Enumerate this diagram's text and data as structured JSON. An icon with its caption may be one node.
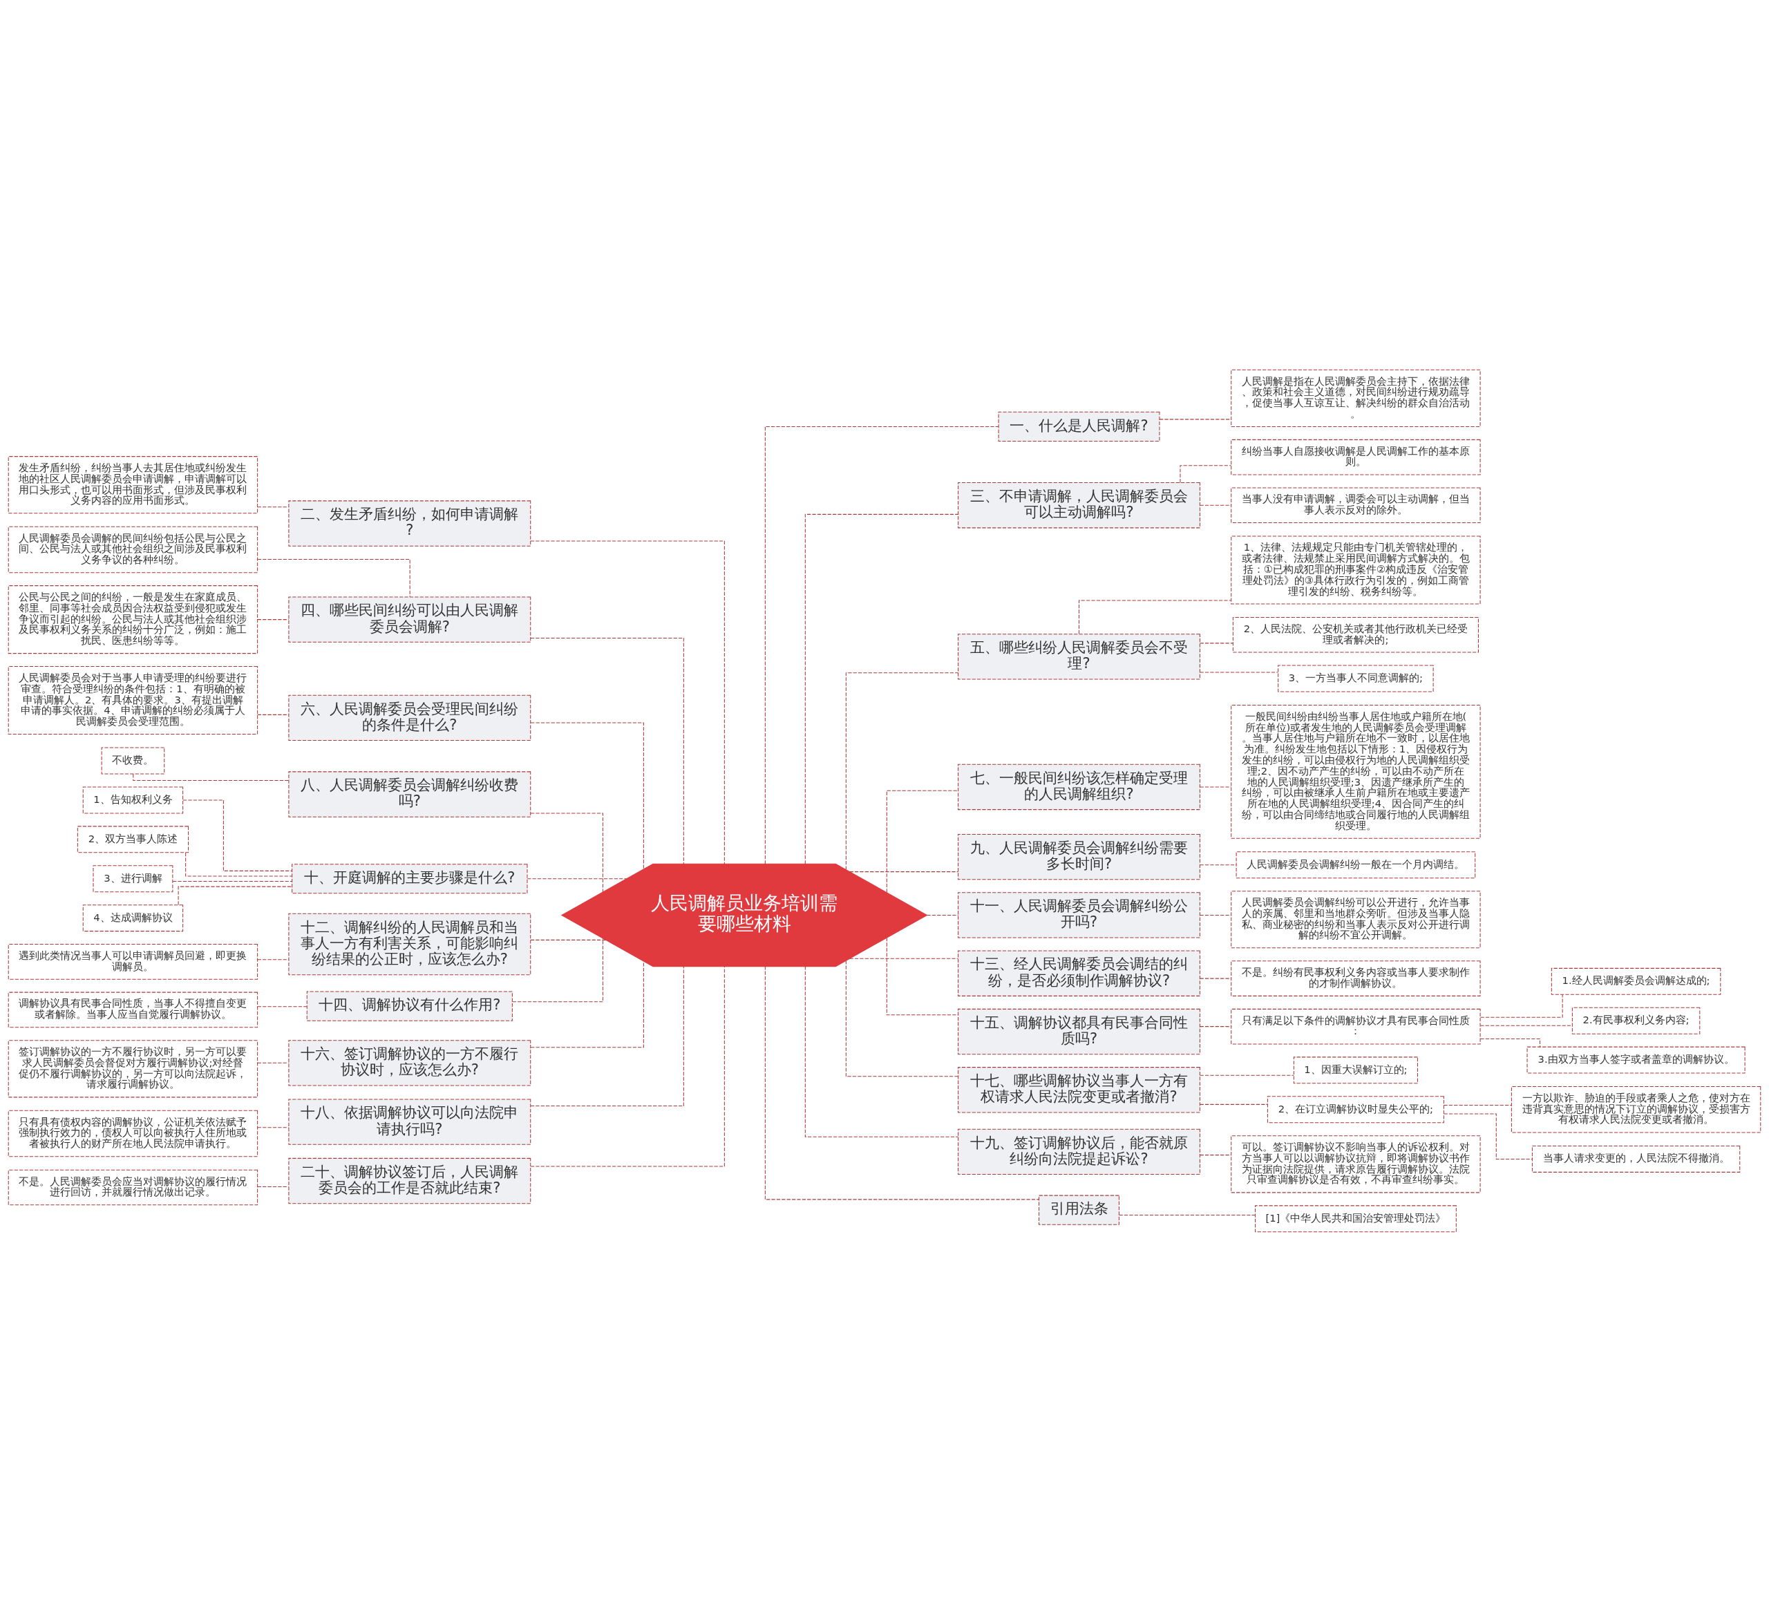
{
  "diagram": {
    "nodes": [
      {
        "text": [
          "人民调解员业务培训需要哪些材料"
        ]
      },
      {
        "text": [
          "一、什么是人民调解?"
        ]
      },
      {
        "text": [
          "人民调解是指在人民调解委员会主持下，依据法律、政策和社会主义道德，对民间纠纷进行规劝疏导，促使当事人互谅互让、解决纠纷的群众自治活动。"
        ]
      },
      {
        "text": [
          "三、不申请调解，人民调解委员会可以主动调解吗?"
        ]
      },
      {
        "text": [
          "纠纷当事人自愿接收调解是人民调解工作的基本原则。"
        ]
      },
      {
        "text": [
          "当事人没有申请调解，调委会可以主动调解，但当事人表示反对的除外。"
        ]
      },
      {
        "text": [
          "五、哪些纠纷人民调解委员会不受理?"
        ]
      },
      {
        "text": [
          "1、法律、法规规定只能由专门机关管辖处理的，或者法律、法规禁止采用民间调解方式解决的。包括：①已构成犯罪的刑事案件②构成违反《治安管理处罚法》的③具体行政行为引发的，例如工商管理引发的纠纷、税务纠纷等。"
        ]
      },
      {
        "text": [
          "2、人民法院、公安机关或者其他行政机关已经受理或者解决的;"
        ]
      },
      {
        "text": [
          "3、一方当事人不同意调解的;"
        ]
      },
      {
        "text": [
          "七、一般民间纠纷该怎样确定受理的人民调解组织?"
        ]
      },
      {
        "text": [
          "一般民间纠纷由纠纷当事人居住地或户籍所在地(所在单位)或者发生地的人民调解委员会受理调解。当事人居住地与户籍所在地不一致时，以居住地为准。纠纷发生地包括以下情形：1、因侵权行为发生的纠纷，可以由侵权行为地的人民调解组织受理;2、因不动产产生的纠纷，可以由不动产所在地的人民调解组织受理;3、因遗产继承所产生的纠纷，可以由被继承人生前户籍所在地或主要遗产所在地的人民调解组织受理;4、因合同产生的纠纷，可以由合同缔结地或合同履行地的人民调解组织受理。"
        ]
      },
      {
        "text": [
          "九、人民调解委员会调解纠纷需要多长时间?"
        ]
      },
      {
        "text": [
          "人民调解委员会调解纠纷一般在一个月内调结。"
        ]
      },
      {
        "text": [
          "十一、人民调解委员会调解纠纷公开吗?"
        ]
      },
      {
        "text": [
          "人民调解委员会调解纠纷可以公开进行，允许当事人的亲属、邻里和当地群众旁听。但涉及当事人隐私、商业秘密的纠纷和当事人表示反对公开进行调解的纠纷不宜公开调解。"
        ]
      },
      {
        "text": [
          "十三、经人民调解委员会调结的纠纷，是否必须制作调解协议?"
        ]
      },
      {
        "text": [
          "不是。纠纷有民事权利义务内容或当事人要求制作的才制作调解协议。"
        ]
      },
      {
        "text": [
          "十五、调解协议都具有民事合同性质吗?"
        ]
      },
      {
        "text": [
          "只有满足以下条件的调解协议才具有民事合同性质："
        ]
      },
      {
        "text": [
          "1.经人民调解委员会调解达成的;"
        ]
      },
      {
        "text": [
          "2.有民事权利义务内容;"
        ]
      },
      {
        "text": [
          "3.由双方当事人签字或者盖章的调解协议。"
        ]
      },
      {
        "text": [
          "十七、哪些调解协议当事人一方有权请求人民法院变更或者撤消?"
        ]
      },
      {
        "text": [
          "1、因重大误解订立的;"
        ]
      },
      {
        "text": [
          "2、在订立调解协议时显失公平的;"
        ]
      },
      {
        "text": [
          "一方以欺诈、胁迫的手段或者乘人之危，使对方在违背真实意思的情况下订立的调解协议，受损害方有权请求人民法院变更或者撤消。"
        ]
      },
      {
        "text": [
          "当事人请求变更的，人民法院不得撤消。"
        ]
      },
      {
        "text": [
          "十九、签订调解协议后，能否就原纠纷向法院提起诉讼?"
        ]
      },
      {
        "text": [
          "可以。签订调解协议不影响当事人的诉讼权利。对方当事人可以以调解协议抗辩，即将调解协议书作为证据向法院提供，请求原告履行调解协议。法院只审查调解协议是否有效，不再审查纠纷事实。"
        ]
      },
      {
        "text": [
          "引用法条"
        ]
      },
      {
        "text": [
          "[1]《中华人民共和国治安管理处罚法》"
        ]
      },
      {
        "text": [
          "二、发生矛盾纠纷，如何申请调解?"
        ]
      },
      {
        "text": [
          "发生矛盾纠纷，纠纷当事人去其居住地或纠纷发生地的社区人民调解委员会申请调解，申请调解可以用口头形式，也可以用书面形式，但涉及民事权利义务内容的应用书面形式。"
        ]
      },
      {
        "text": [
          "四、哪些民间纠纷可以由人民调解委员会调解?"
        ]
      },
      {
        "text": [
          "人民调解委员会调解的民间纠纷包括公民与公民之间、公民与法人或其他社会组织之间涉及民事权利义务争议的各种纠纷。"
        ]
      },
      {
        "text": [
          "公民与公民之间的纠纷，一般是发生在家庭成员、邻里、同事等社会成员因合法权益受到侵犯或发生争议而引起的纠纷。公民与法人或其他社会组织涉及民事权利义务关系的纠纷十分广泛，例如：施工扰民、医患纠纷等等。"
        ]
      },
      {
        "text": [
          "六、人民调解委员会受理民间纠纷的条件是什么?"
        ]
      },
      {
        "text": [
          "人民调解委员会对于当事人申请受理的纠纷要进行审查。符合受理纠纷的条件包括：1、有明确的被申请调解人。2、有具体的要求。3、有提出调解申请的事实依据。4、申请调解的纠纷必须属于人民调解委员会受理范围。"
        ]
      },
      {
        "text": [
          "八、人民调解委员会调解纠纷收费吗?"
        ]
      },
      {
        "text": [
          "不收费。"
        ]
      },
      {
        "text": [
          "十、开庭调解的主要步骤是什么?"
        ]
      },
      {
        "text": [
          "1、告知权利义务"
        ]
      },
      {
        "text": [
          "2、双方当事人陈述"
        ]
      },
      {
        "text": [
          "3、进行调解"
        ]
      },
      {
        "text": [
          "4、达成调解协议"
        ]
      },
      {
        "text": [
          "十二、调解纠纷的人民调解员和当事人一方有利害关系，可能影响纠纷结果的公正时，应该怎么办?"
        ]
      },
      {
        "text": [
          "遇到此类情况当事人可以申请调解员回避，即更换调解员。"
        ]
      },
      {
        "text": [
          "十四、调解协议有什么作用?"
        ]
      },
      {
        "text": [
          "调解协议具有民事合同性质，当事人不得擅自变更或者解除。当事人应当自觉履行调解协议。"
        ]
      },
      {
        "text": [
          "十六、签订调解协议的一方不履行协议时，应该怎么办?"
        ]
      },
      {
        "text": [
          "签订调解协议的一方不履行协议时，另一方可以要求人民调解委员会督促对方履行调解协议;对经督促仍不履行调解协议的，另一方可以向法院起诉，请求履行调解协议。"
        ]
      },
      {
        "text": [
          "十八、依据调解协议可以向法院申请执行吗?"
        ]
      },
      {
        "text": [
          "只有具有债权内容的调解协议，公证机关依法赋予强制执行效力的，债权人可以向被执行人住所地或者被执行人的财产所在地人民法院申请执行。"
        ]
      },
      {
        "text": [
          "二十、调解协议签订后，人民调解委员会的工作是否就此结束?"
        ]
      },
      {
        "text": [
          "不是。人民调解委员会应当对调解协议的履行情况进行回访，并就履行情况做出记录。"
        ]
      }
    ],
    "edges": [
      {
        "from": 0,
        "to": 1,
        "arrow": "none",
        "style": "dashed"
      },
      {
        "from": 1,
        "to": 2,
        "arrow": "none",
        "style": "dashed"
      },
      {
        "from": 0,
        "to": 3,
        "arrow": "none",
        "style": "dashed"
      },
      {
        "from": 3,
        "to": 4,
        "arrow": "none",
        "style": "dashed"
      },
      {
        "from": 3,
        "to": 5,
        "arrow": "none",
        "style": "dashed"
      },
      {
        "from": 0,
        "to": 6,
        "arrow": "none",
        "style": "dashed"
      },
      {
        "from": 6,
        "to": 7,
        "arrow": "none",
        "style": "dashed"
      },
      {
        "from": 6,
        "to": 8,
        "arrow": "none",
        "style": "dashed"
      },
      {
        "from": 6,
        "to": 9,
        "arrow": "none",
        "style": "dashed"
      },
      {
        "from": 0,
        "to": 10,
        "arrow": "none",
        "style": "dashed"
      },
      {
        "from": 10,
        "to": 11,
        "arrow": "none",
        "style": "dashed"
      },
      {
        "from": 0,
        "to": 12,
        "arrow": "none",
        "style": "dashed"
      },
      {
        "from": 12,
        "to": 13,
        "arrow": "none",
        "style": "dashed"
      },
      {
        "from": 0,
        "to": 14,
        "arrow": "none",
        "style": "dashed"
      },
      {
        "from": 14,
        "to": 15,
        "arrow": "none",
        "style": "dashed"
      },
      {
        "from": 0,
        "to": 16,
        "arrow": "none",
        "style": "dashed"
      },
      {
        "from": 16,
        "to": 17,
        "arrow": "none",
        "style": "dashed"
      },
      {
        "from": 0,
        "to": 18,
        "arrow": "none",
        "style": "dashed"
      },
      {
        "from": 18,
        "to": 19,
        "arrow": "none",
        "style": "dashed"
      },
      {
        "from": 19,
        "to": 20,
        "arrow": "none",
        "style": "dashed"
      },
      {
        "from": 19,
        "to": 21,
        "arrow": "none",
        "style": "dashed"
      },
      {
        "from": 19,
        "to": 22,
        "arrow": "none",
        "style": "dashed"
      },
      {
        "from": 0,
        "to": 23,
        "arrow": "none",
        "style": "dashed"
      },
      {
        "from": 23,
        "to": 24,
        "arrow": "none",
        "style": "dashed"
      },
      {
        "from": 23,
        "to": 25,
        "arrow": "none",
        "style": "dashed"
      },
      {
        "from": 25,
        "to": 26,
        "arrow": "none",
        "style": "dashed"
      },
      {
        "from": 25,
        "to": 27,
        "arrow": "none",
        "style": "dashed"
      },
      {
        "from": 0,
        "to": 28,
        "arrow": "none",
        "style": "dashed"
      },
      {
        "from": 28,
        "to": 29,
        "arrow": "none",
        "style": "dashed"
      },
      {
        "from": 0,
        "to": 30,
        "arrow": "none",
        "style": "dashed"
      },
      {
        "from": 30,
        "to": 31,
        "arrow": "none",
        "style": "dashed"
      },
      {
        "from": 0,
        "to": 32,
        "arrow": "none",
        "style": "dashed"
      },
      {
        "from": 32,
        "to": 33,
        "arrow": "none",
        "style": "dashed"
      },
      {
        "from": 0,
        "to": 34,
        "arrow": "none",
        "style": "dashed"
      },
      {
        "from": 34,
        "to": 35,
        "arrow": "none",
        "style": "dashed"
      },
      {
        "from": 34,
        "to": 36,
        "arrow": "none",
        "style": "dashed"
      },
      {
        "from": 0,
        "to": 37,
        "arrow": "none",
        "style": "dashed"
      },
      {
        "from": 37,
        "to": 38,
        "arrow": "none",
        "style": "dashed"
      },
      {
        "from": 0,
        "to": 39,
        "arrow": "none",
        "style": "dashed"
      },
      {
        "from": 39,
        "to": 40,
        "arrow": "none",
        "style": "dashed"
      },
      {
        "from": 0,
        "to": 41,
        "arrow": "none",
        "style": "dashed"
      },
      {
        "from": 41,
        "to": 42,
        "arrow": "none",
        "style": "dashed"
      },
      {
        "from": 41,
        "to": 43,
        "arrow": "none",
        "style": "dashed"
      },
      {
        "from": 41,
        "to": 44,
        "arrow": "none",
        "style": "dashed"
      },
      {
        "from": 41,
        "to": 45,
        "arrow": "none",
        "style": "dashed"
      },
      {
        "from": 0,
        "to": 46,
        "arrow": "none",
        "style": "dashed"
      },
      {
        "from": 46,
        "to": 47,
        "arrow": "none",
        "style": "dashed"
      },
      {
        "from": 0,
        "to": 48,
        "arrow": "none",
        "style": "dashed"
      },
      {
        "from": 48,
        "to": 49,
        "arrow": "none",
        "style": "dashed"
      },
      {
        "from": 0,
        "to": 50,
        "arrow": "none",
        "style": "dashed"
      },
      {
        "from": 50,
        "to": 51,
        "arrow": "none",
        "style": "dashed"
      },
      {
        "from": 0,
        "to": 52,
        "arrow": "none",
        "style": "dashed"
      },
      {
        "from": 52,
        "to": 53,
        "arrow": "none",
        "style": "dashed"
      },
      {
        "from": 0,
        "to": 54,
        "arrow": "none",
        "style": "dashed"
      },
      {
        "from": 54,
        "to": 55,
        "arrow": "none",
        "style": "dashed"
      }
    ]
  }
}
